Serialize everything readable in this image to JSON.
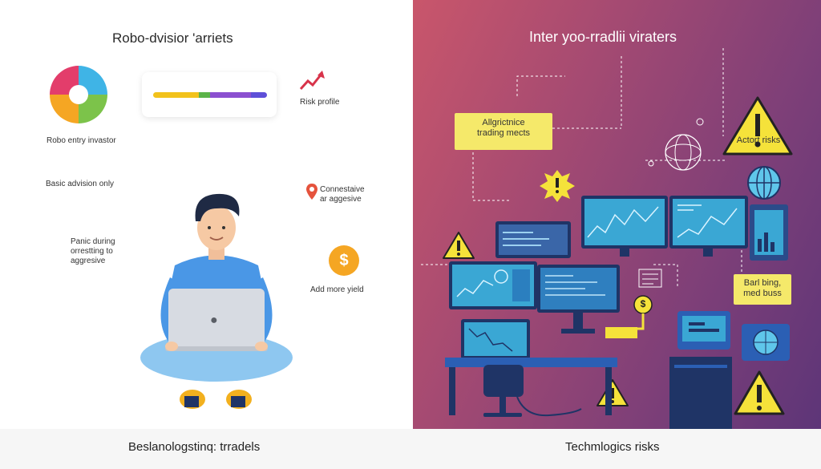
{
  "left_panel": {
    "title": "Robo-dvisior 'arriets",
    "labels": {
      "robo_entry": "Robo entry invastor",
      "risk_profile": "Risk profile",
      "basic_advision": "Basic advision only",
      "conservative_line1": "Connestaive",
      "conservative_line2": "ar aggesive",
      "panic_line1": "Panic during",
      "panic_line2": "orrestting to",
      "panic_line3": "aggresive",
      "add_more_yield": "Add more yield"
    },
    "dollar_symbol": "$",
    "risk_bar_colors": [
      "#f2c21b",
      "#5bb349",
      "#8b4fd0",
      "#5e4fd8"
    ],
    "pie_colors": [
      "#e33d6b",
      "#3fb4e6",
      "#7cc34a",
      "#f5a623"
    ],
    "icons": [
      "pie-chart-icon",
      "trend-arrow-icon",
      "map-pin-icon",
      "dollar-coin-icon",
      "apple-logo-icon"
    ]
  },
  "right_panel": {
    "title": "Inter yoo-rradlii viraters",
    "notes": {
      "algo_line1": "Allgrictnice",
      "algo_line2": "trading mects",
      "alert_risks": "Actort risks",
      "bart_line1": "Barl bing,",
      "bart_line2": "med buss"
    },
    "dollar_symbol": "$",
    "colors": {
      "note": "#f5e96a",
      "screen": "#3aa7d4",
      "warning": "#f5e23a"
    }
  },
  "footer": {
    "left": "Beslanologstinq: trradels",
    "right": "Techmlogics risks"
  }
}
